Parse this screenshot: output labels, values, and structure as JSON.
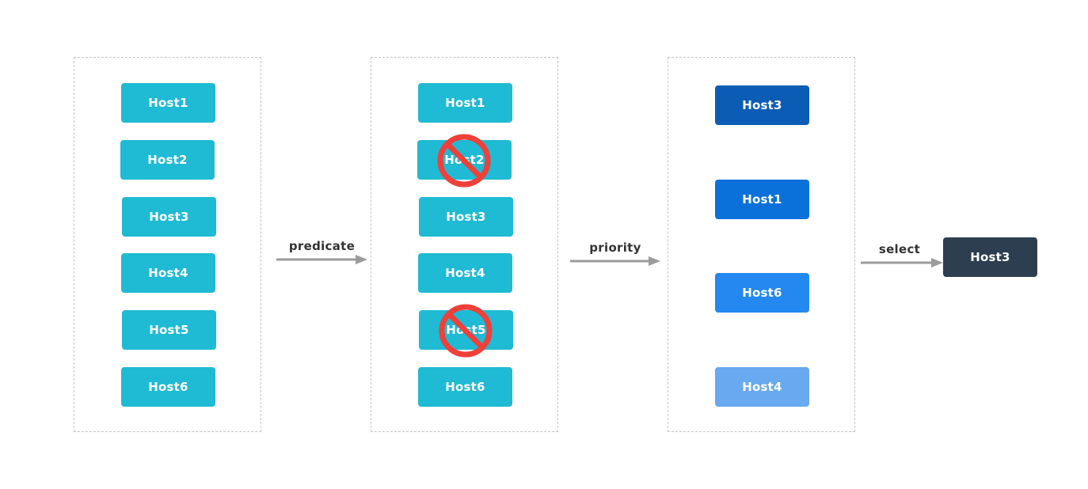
{
  "stages": {
    "all_hosts": [
      "Host1",
      "Host2",
      "Host3",
      "Host4",
      "Host5",
      "Host6"
    ],
    "after_predicate": [
      {
        "label": "Host1",
        "filtered": false
      },
      {
        "label": "Host2",
        "filtered": true
      },
      {
        "label": "Host3",
        "filtered": false
      },
      {
        "label": "Host4",
        "filtered": false
      },
      {
        "label": "Host5",
        "filtered": true
      },
      {
        "label": "Host6",
        "filtered": false
      }
    ],
    "after_priority": [
      {
        "label": "Host3",
        "color": "#0b5cb5"
      },
      {
        "label": "Host1",
        "color": "#0a71da"
      },
      {
        "label": "Host6",
        "color": "#2388ef"
      },
      {
        "label": "Host4",
        "color": "#68a9ef"
      }
    ],
    "selected": {
      "label": "Host3",
      "color": "#2d3e50"
    }
  },
  "edges": {
    "predicate": "predicate",
    "priority": "priority",
    "select": "select"
  },
  "colors": {
    "teal_host": "#1fbad3",
    "arrow": "#9b9b9b",
    "ban_sign": "#f0403a",
    "panel_border": "#c4c4c4"
  }
}
